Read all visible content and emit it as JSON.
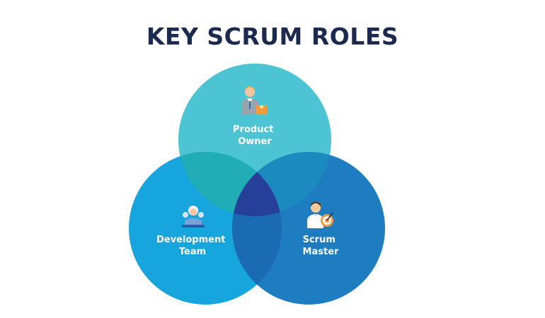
{
  "title": "KEY SCRUM ROLES",
  "colors": {
    "title": "#1b2a4e",
    "product_owner": "#4cc4d3",
    "development_team": "#16a5dc",
    "scrum_master": "#1e7cc0",
    "overlap_po_dev": "#21adb5",
    "overlap_po_sm": "#1b8bbf",
    "overlap_dev_sm": "#1a6bb1",
    "overlap_center": "#263f98"
  },
  "roles": [
    {
      "key": "product_owner",
      "label_lines": [
        "Product",
        "Owner"
      ],
      "icon": "product-owner-icon"
    },
    {
      "key": "development_team",
      "label_lines": [
        "Development",
        "Team"
      ],
      "icon": "development-team-icon"
    },
    {
      "key": "scrum_master",
      "label_lines": [
        "Scrum",
        "Master"
      ],
      "icon": "scrum-master-icon"
    }
  ]
}
